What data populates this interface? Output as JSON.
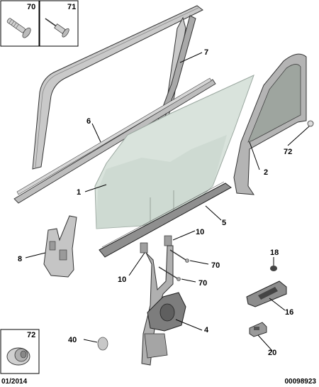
{
  "callouts": {
    "c1": "1",
    "c2": "2",
    "c4": "4",
    "c5": "5",
    "c6": "6",
    "c7": "7",
    "c8": "8",
    "c10a": "10",
    "c10b": "10",
    "c16": "16",
    "c18": "18",
    "c20": "20",
    "c40": "40",
    "c70a": "70",
    "c70b": "70",
    "c72": "72"
  },
  "inset_boxes": {
    "top_left": "70",
    "top_right": "71",
    "bottom": "72"
  },
  "footer": {
    "date": "01/2014",
    "code": "00098923"
  }
}
